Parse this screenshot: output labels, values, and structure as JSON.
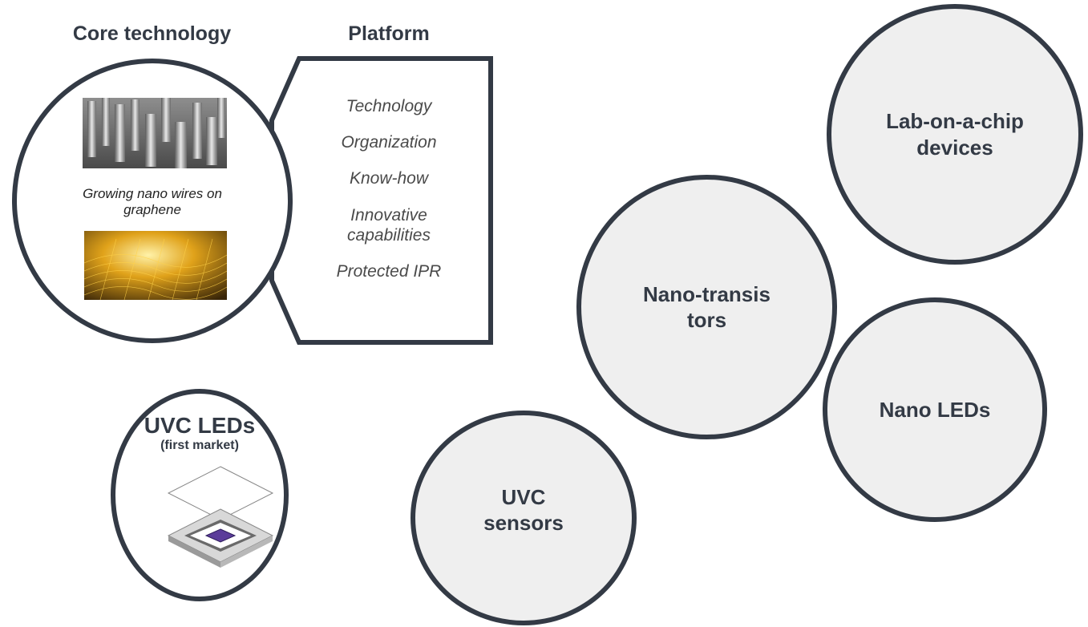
{
  "headings": {
    "core": "Core technology",
    "platform": "Platform"
  },
  "core_caption": "Growing nano wires on graphene",
  "platform_items": [
    "Technology",
    "Organization",
    "Know-how",
    "Innovative capabilities",
    "Protected IPR"
  ],
  "applications": {
    "lab_on_chip": "Lab-on-a-chip devices",
    "nano_transistors": "Nano-transistors",
    "nano_leds": "Nano LEDs",
    "uvc_sensors": "UVC sensors",
    "uvc_leds_title": "UVC LEDs",
    "uvc_leds_sub": "(first market)"
  },
  "colors": {
    "outline": "#333a45",
    "fill": "#efefef",
    "text": "#333a45"
  }
}
